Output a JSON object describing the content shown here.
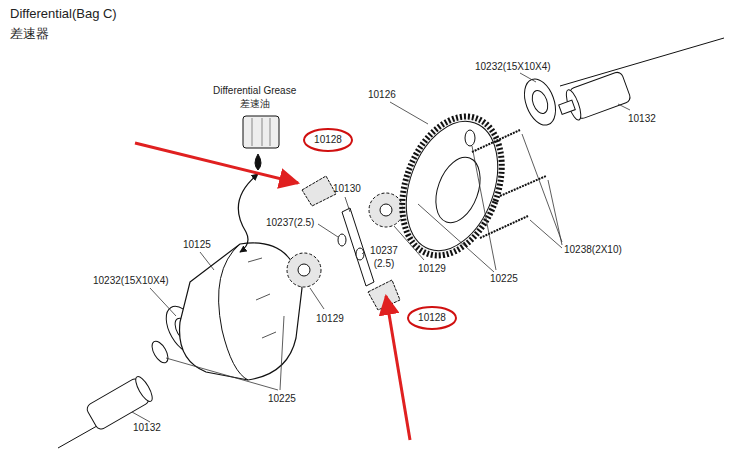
{
  "diagram": {
    "title": "Differential(Bag C)",
    "nodes": [
      {
        "text": [
          "10128"
        ]
      },
      {
        "text": [
          "10128"
        ]
      }
    ],
    "labels": [
      "差速器",
      "Differential Grease",
      "差速油",
      "10126",
      "10232(15X10X4)",
      "10132",
      "10130",
      "10237(2.5)",
      "10125",
      "10238(2X10)",
      "10237 (2.5)",
      "10129",
      "10225",
      "10232(15X10X4)",
      "10129",
      "10225",
      "10132"
    ]
  }
}
